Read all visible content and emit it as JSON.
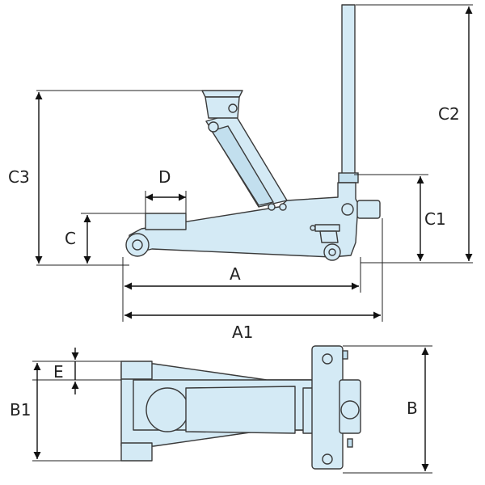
{
  "labels": {
    "A": "A",
    "A1": "A1",
    "B": "B",
    "B1": "B1",
    "C": "C",
    "C1": "C1",
    "C2": "C2",
    "C3": "C3",
    "D": "D",
    "E": "E"
  },
  "colors": {
    "body_fill": "#d4eaf5",
    "outline": "#3a3a3a",
    "dimension": "#111111"
  }
}
